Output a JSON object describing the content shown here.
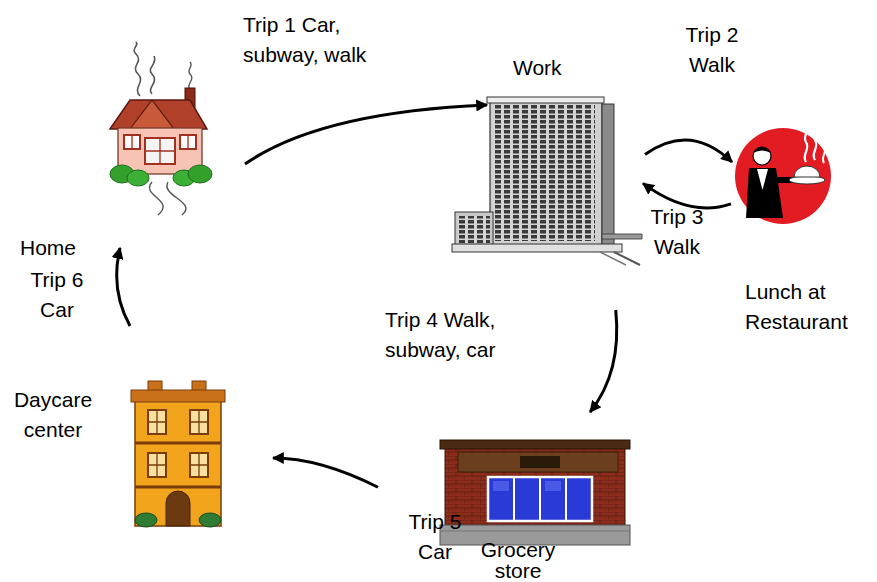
{
  "diagram": {
    "nodes": [
      {
        "text": [
          "Home"
        ]
      },
      {
        "text": [
          "Work"
        ]
      },
      {
        "text": [
          "Lunch at Restaurant"
        ]
      },
      {
        "text": [
          "Grocery store"
        ]
      },
      {
        "text": [
          "Daycare center"
        ]
      }
    ],
    "edges": [
      {
        "from": 0,
        "to": 1,
        "label": "Trip 1 Car, subway, walk",
        "arrow": "to"
      },
      {
        "from": 1,
        "to": 2,
        "label": "Trip 2 Walk",
        "arrow": "to"
      },
      {
        "from": 2,
        "to": 1,
        "label": "Trip 3 Walk",
        "arrow": "to"
      },
      {
        "from": 1,
        "to": 3,
        "label": "Trip 4 Walk, subway, car",
        "arrow": "to"
      },
      {
        "from": 3,
        "to": 4,
        "label": "Trip 5 Car",
        "arrow": "to"
      },
      {
        "from": 4,
        "to": 0,
        "label": "Trip 6 Car",
        "arrow": "to"
      }
    ]
  }
}
